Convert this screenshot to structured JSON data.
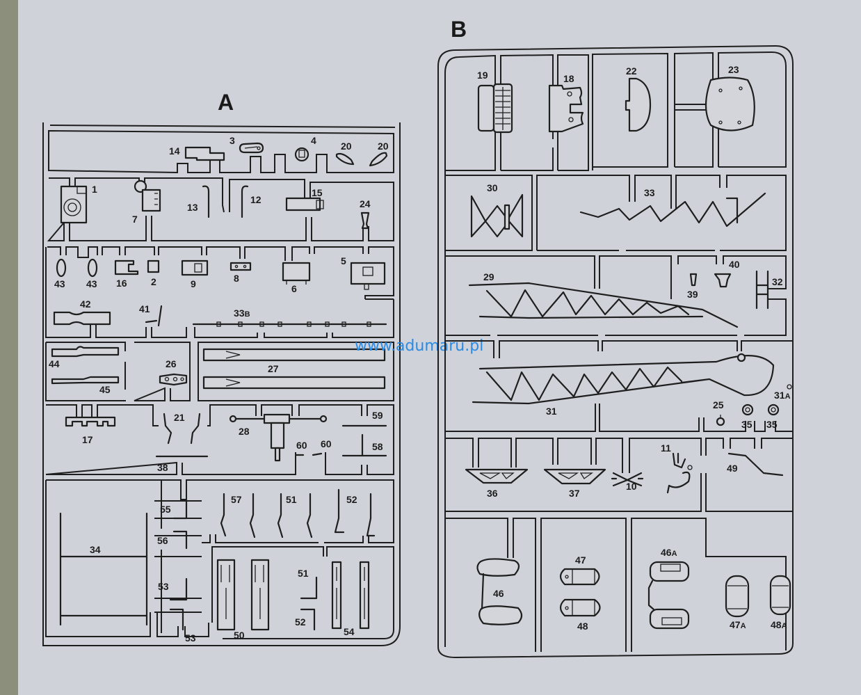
{
  "title": "Model kit sprue parts diagram",
  "watermark": "www.adumaru.pl",
  "colors": {
    "paper": "#cfd2d8",
    "line": "#1e1e1e",
    "watermark": "#2a8be6"
  },
  "frames": [
    {
      "letter": "A",
      "parts": [
        {
          "id": "14",
          "label": "14"
        },
        {
          "id": "3",
          "label": "3"
        },
        {
          "id": "4",
          "label": "4"
        },
        {
          "id": "20a",
          "label": "20"
        },
        {
          "id": "20b",
          "label": "20"
        },
        {
          "id": "1",
          "label": "1"
        },
        {
          "id": "7",
          "label": "7"
        },
        {
          "id": "13",
          "label": "13"
        },
        {
          "id": "12",
          "label": "12"
        },
        {
          "id": "15",
          "label": "15"
        },
        {
          "id": "24",
          "label": "24"
        },
        {
          "id": "43a",
          "label": "43"
        },
        {
          "id": "43b",
          "label": "43"
        },
        {
          "id": "16",
          "label": "16"
        },
        {
          "id": "2",
          "label": "2"
        },
        {
          "id": "9",
          "label": "9"
        },
        {
          "id": "8",
          "label": "8"
        },
        {
          "id": "6",
          "label": "6"
        },
        {
          "id": "5",
          "label": "5"
        },
        {
          "id": "42",
          "label": "42"
        },
        {
          "id": "41",
          "label": "41"
        },
        {
          "id": "33b",
          "label": "33",
          "suffix": "B"
        },
        {
          "id": "44",
          "label": "44"
        },
        {
          "id": "45",
          "label": "45"
        },
        {
          "id": "26",
          "label": "26"
        },
        {
          "id": "27",
          "label": "27"
        },
        {
          "id": "17",
          "label": "17"
        },
        {
          "id": "21",
          "label": "21"
        },
        {
          "id": "28",
          "label": "28"
        },
        {
          "id": "60a",
          "label": "60"
        },
        {
          "id": "60b",
          "label": "60"
        },
        {
          "id": "59",
          "label": "59"
        },
        {
          "id": "58",
          "label": "58"
        },
        {
          "id": "38",
          "label": "38"
        },
        {
          "id": "34",
          "label": "34"
        },
        {
          "id": "55",
          "label": "55"
        },
        {
          "id": "56",
          "label": "56"
        },
        {
          "id": "53a",
          "label": "53"
        },
        {
          "id": "53b",
          "label": "53"
        },
        {
          "id": "57",
          "label": "57"
        },
        {
          "id": "51a",
          "label": "51"
        },
        {
          "id": "52a",
          "label": "52"
        },
        {
          "id": "50",
          "label": "50"
        },
        {
          "id": "51b",
          "label": "51"
        },
        {
          "id": "52b",
          "label": "52"
        },
        {
          "id": "54",
          "label": "54"
        }
      ]
    },
    {
      "letter": "B",
      "parts": [
        {
          "id": "19",
          "label": "19"
        },
        {
          "id": "18",
          "label": "18"
        },
        {
          "id": "22",
          "label": "22"
        },
        {
          "id": "23",
          "label": "23"
        },
        {
          "id": "30",
          "label": "30"
        },
        {
          "id": "33",
          "label": "33"
        },
        {
          "id": "29",
          "label": "29"
        },
        {
          "id": "39",
          "label": "39"
        },
        {
          "id": "40",
          "label": "40"
        },
        {
          "id": "32",
          "label": "32"
        },
        {
          "id": "31",
          "label": "31"
        },
        {
          "id": "25",
          "label": "25"
        },
        {
          "id": "31a",
          "label": "31",
          "suffix": "A"
        },
        {
          "id": "35a",
          "label": "35"
        },
        {
          "id": "35b",
          "label": "35"
        },
        {
          "id": "36",
          "label": "36"
        },
        {
          "id": "37",
          "label": "37"
        },
        {
          "id": "10",
          "label": "10"
        },
        {
          "id": "11",
          "label": "11"
        },
        {
          "id": "49",
          "label": "49"
        },
        {
          "id": "46",
          "label": "46"
        },
        {
          "id": "47",
          "label": "47"
        },
        {
          "id": "48",
          "label": "48"
        },
        {
          "id": "46a",
          "label": "46",
          "suffix": "A"
        },
        {
          "id": "47a",
          "label": "47",
          "suffix": "A"
        },
        {
          "id": "48a",
          "label": "48",
          "suffix": "A"
        }
      ]
    }
  ]
}
